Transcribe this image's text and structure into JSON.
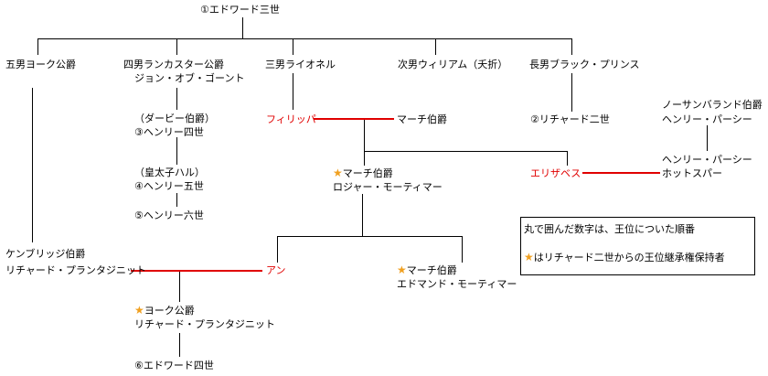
{
  "nodes": {
    "edward3": "①エドワード三世",
    "york": "五男ヨーク公爵",
    "lancaster_title": "四男ランカスター公爵",
    "lancaster_name": "ジョン・オブ・ゴーント",
    "lionel": "三男ライオネル",
    "william": "次男ウィリアム（夭折）",
    "black_prince": "長男ブラック・プリンス",
    "northumberland_title": "ノーサンバランド伯爵",
    "northumberland_name": "ヘンリー・パーシー",
    "henry4_title": "（ダービー伯爵）",
    "henry4_name": "③ヘンリー四世",
    "philippa": "フィリッパ",
    "march1": "マーチ伯爵",
    "richard2": "②リチャード二世",
    "hal_title": "（皇太子ハル）",
    "henry5_name": "④ヘンリー五世",
    "march_roger_title": "マーチ伯爵",
    "march_roger_name": "ロジャー・モーティマー",
    "elizabeth": "エリザベス",
    "hotspur_name": "ヘンリー・パーシー",
    "hotspur_alias": "ホットスパー",
    "henry6": "⑤ヘンリー六世",
    "cambridge_title": "ケンブリッジ伯爵",
    "cambridge_name": "リチャード・プランタジニット",
    "anne": "アン",
    "march_edmund_title": "マーチ伯爵",
    "march_edmund_name": "エドマンド・モーティマー",
    "york_duke_title": "ヨーク公爵",
    "york_duke_name": "リチャード・プランタジニット",
    "edward4": "⑥エドワード四世"
  },
  "legend": {
    "line1": "丸で囲んだ数字は、王位についた順番",
    "line2": "はリチャード二世からの王位継承権保持者"
  },
  "symbols": {
    "star": "★"
  },
  "colors": {
    "line": "#000000",
    "marriage": "#e00000",
    "marriage_partner_text": "#e00000",
    "star": "#f0a020"
  }
}
